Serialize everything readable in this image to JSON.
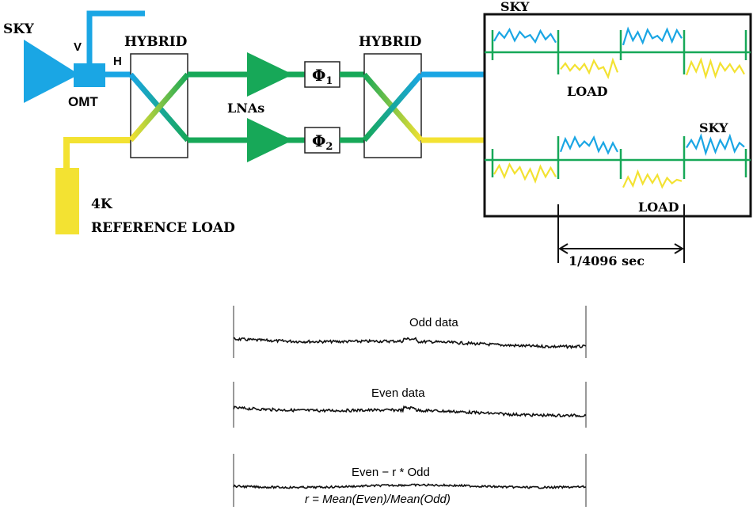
{
  "colors": {
    "sky_blue": "#1aa6e4",
    "load_yellow": "#f3e232",
    "lna_green": "#17a858",
    "box_stroke": "#222222",
    "trace_black": "#111111"
  },
  "icons": {
    "horn": "feed-horn-icon",
    "omt": "omt-block-icon",
    "lna": "amplifier-triangle-icon",
    "phase": "phase-switch-box-icon",
    "load": "reference-load-block-icon"
  },
  "labels": {
    "sky_top_left": "SKY",
    "v_port": "V",
    "h_port": "H",
    "omt": "OMT",
    "hybrid_left": "HYBRID",
    "hybrid_right": "HYBRID",
    "lnas": "LNAs",
    "phi1_symbol": "Φ",
    "phi1_sub": "1",
    "phi2_symbol": "Φ",
    "phi2_sub": "2",
    "load_4k": "4K",
    "reference_load": "REFERENCE LOAD",
    "sky_panel_top": "SKY",
    "load_panel_top": "LOAD",
    "sky_panel_bottom": "SKY",
    "load_panel_bottom": "LOAD",
    "period": "1/4096 sec"
  },
  "plots": {
    "odd_title": "Odd data",
    "even_title": "Even data",
    "diff_title": "Even − r * Odd",
    "ratio_formula": "r = Mean(Even)/Mean(Odd)"
  }
}
